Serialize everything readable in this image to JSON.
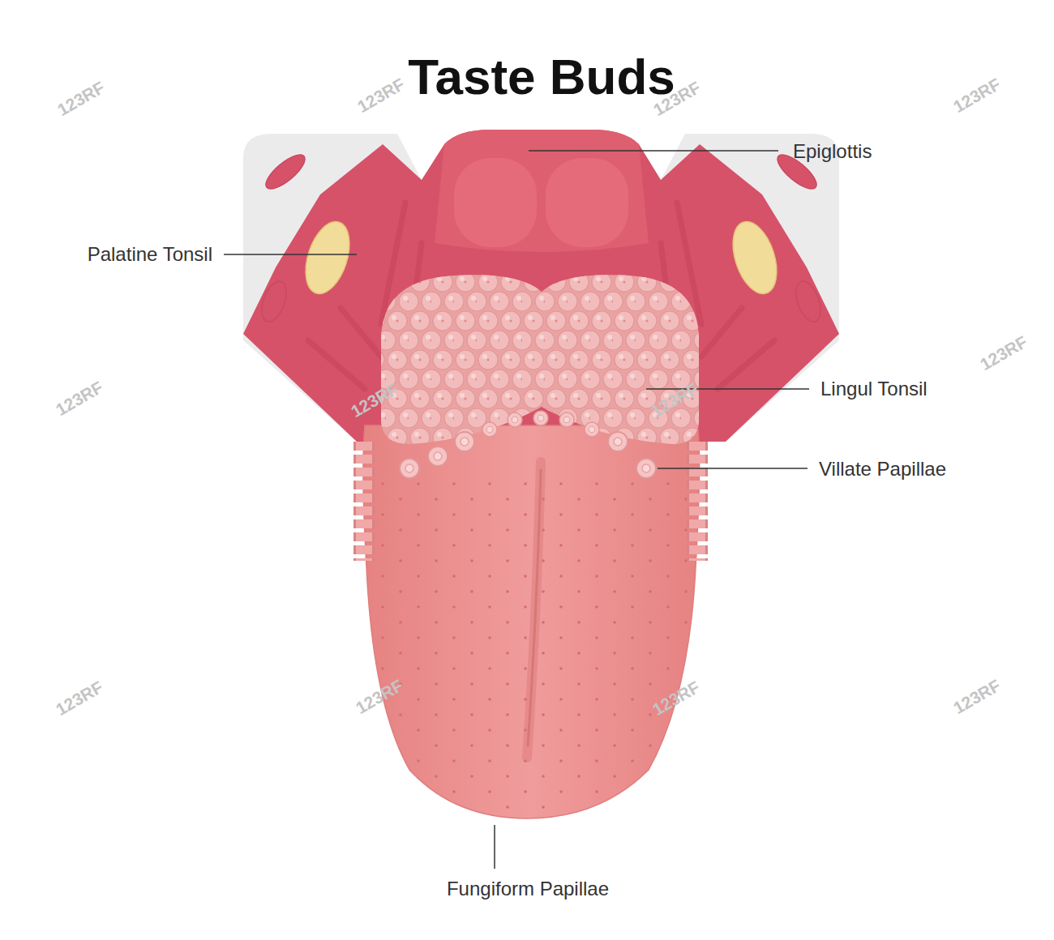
{
  "diagram": {
    "title": "Taste Buds",
    "labels": [
      "Epiglottis",
      "Palatine Tonsil",
      "Lingul Tonsil",
      "Villate Papillae",
      "Fungiform Papillae",
      "123RF",
      "123RF",
      "123RF",
      "123RF",
      "123RF",
      "123RF",
      "123RF",
      "123RF",
      "123RF",
      "123RF",
      "123RF",
      "123RF"
    ]
  }
}
